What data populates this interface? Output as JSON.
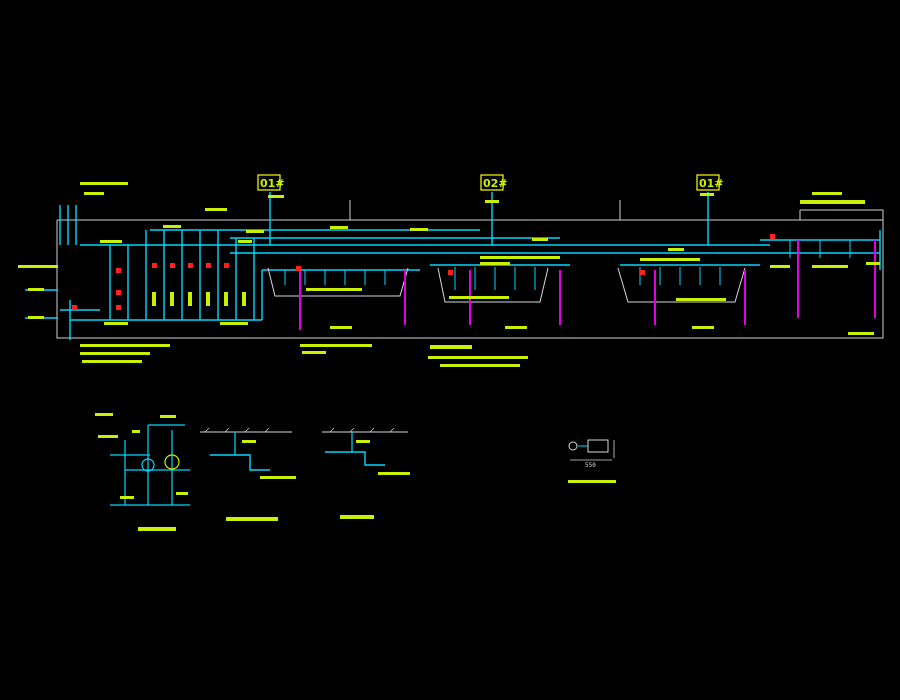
{
  "colors": {
    "background": "#000000",
    "pipe": "#00d8ff",
    "label": "#c8f000",
    "riser": "#e000e0",
    "valve": "#ff2020",
    "frame": "#d0d0d0",
    "tag": "#ffff00"
  },
  "tags": {
    "tag1": "01#",
    "tag2": "02#",
    "tag3": "01#"
  },
  "legend": {
    "scale": "550"
  },
  "icons": [
    "valve-icon",
    "sprinkler-icon",
    "pump-icon",
    "tank-icon"
  ]
}
